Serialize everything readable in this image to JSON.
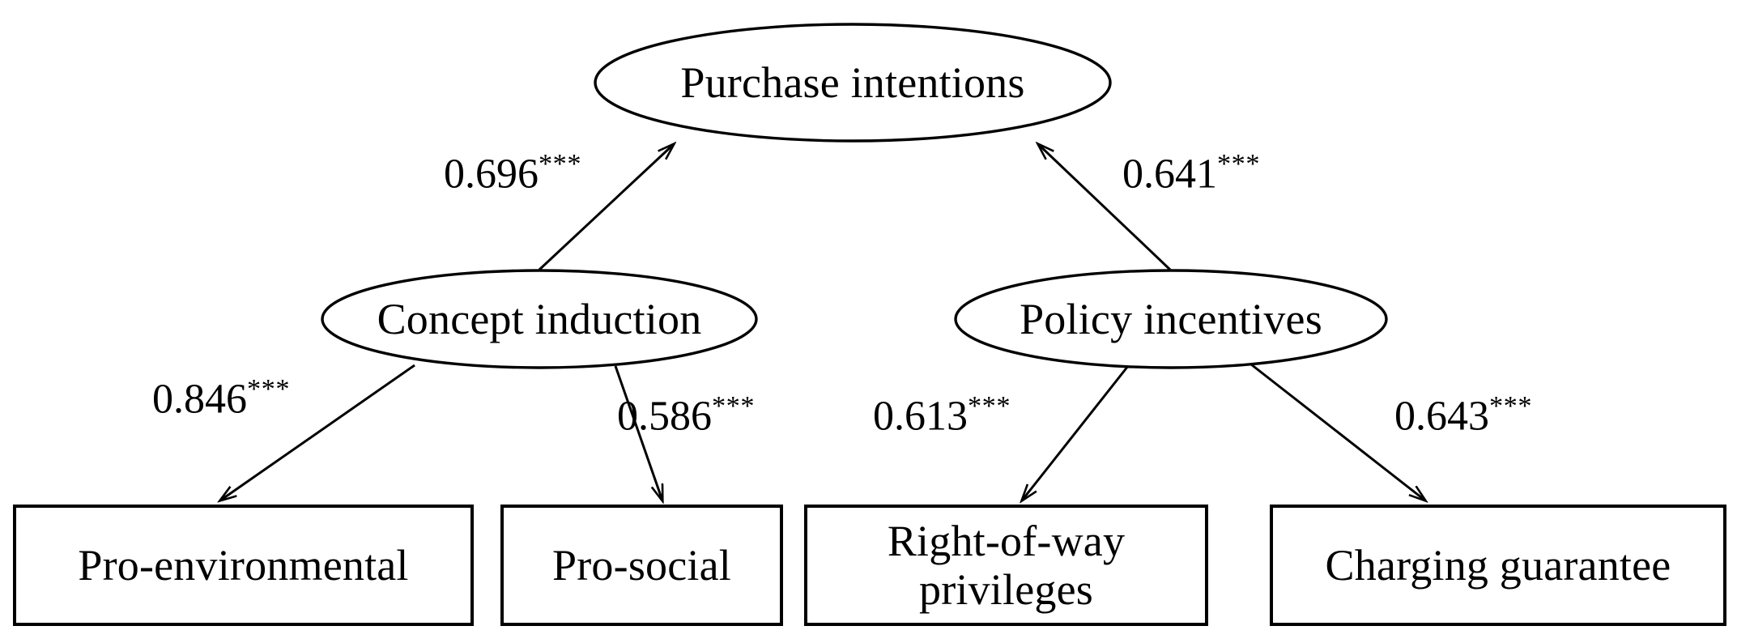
{
  "diagram": {
    "type": "structural-equation-model-path-diagram",
    "background_color": "#ffffff",
    "stroke_color": "#000000",
    "significance_marker": "***",
    "latent_variables": [
      {
        "id": "purchase-intentions",
        "label": "Purchase intentions",
        "shape": "ellipse"
      },
      {
        "id": "concept-induction",
        "label": "Concept induction",
        "shape": "ellipse"
      },
      {
        "id": "policy-incentives",
        "label": "Policy incentives",
        "shape": "ellipse"
      }
    ],
    "observed_variables": [
      {
        "id": "pro-environmental",
        "label": "Pro-environmental",
        "shape": "rectangle"
      },
      {
        "id": "pro-social",
        "label": "Pro-social",
        "shape": "rectangle"
      },
      {
        "id": "right-of-way-privileges",
        "label": "Right-of-way\nprivileges",
        "shape": "rectangle"
      },
      {
        "id": "charging-guarantee",
        "label": "Charging guarantee",
        "shape": "rectangle"
      }
    ],
    "paths": [
      {
        "id": "path-concept-to-purchase",
        "from": "concept-induction",
        "to": "purchase-intentions",
        "coefficient": "0.696",
        "stars": "***"
      },
      {
        "id": "path-policy-to-purchase",
        "from": "policy-incentives",
        "to": "purchase-intentions",
        "coefficient": "0.641",
        "stars": "***"
      },
      {
        "id": "path-concept-to-proenv",
        "from": "concept-induction",
        "to": "pro-environmental",
        "coefficient": "0.846",
        "stars": "***"
      },
      {
        "id": "path-concept-to-prosocial",
        "from": "concept-induction",
        "to": "pro-social",
        "coefficient": "0.586",
        "stars": "***"
      },
      {
        "id": "path-policy-to-rightofway",
        "from": "policy-incentives",
        "to": "right-of-way-privileges",
        "coefficient": "0.613",
        "stars": "***"
      },
      {
        "id": "path-policy-to-charging",
        "from": "policy-incentives",
        "to": "charging-guarantee",
        "coefficient": "0.643",
        "stars": "***"
      }
    ]
  },
  "chart_data": {
    "type": "diagram",
    "title": "",
    "nodes": [
      "Purchase intentions",
      "Concept induction",
      "Policy incentives",
      "Pro-environmental",
      "Pro-social",
      "Right-of-way privileges",
      "Charging guarantee"
    ],
    "edges": [
      {
        "source": "Concept induction",
        "target": "Purchase intentions",
        "value": 0.696,
        "label": "0.696***"
      },
      {
        "source": "Policy incentives",
        "target": "Purchase intentions",
        "value": 0.641,
        "label": "0.641***"
      },
      {
        "source": "Concept induction",
        "target": "Pro-environmental",
        "value": 0.846,
        "label": "0.846***"
      },
      {
        "source": "Concept induction",
        "target": "Pro-social",
        "value": 0.586,
        "label": "0.586***"
      },
      {
        "source": "Policy incentives",
        "target": "Right-of-way privileges",
        "value": 0.613,
        "label": "0.613***"
      },
      {
        "source": "Policy incentives",
        "target": "Charging guarantee",
        "value": 0.643,
        "label": "0.643***"
      }
    ]
  }
}
